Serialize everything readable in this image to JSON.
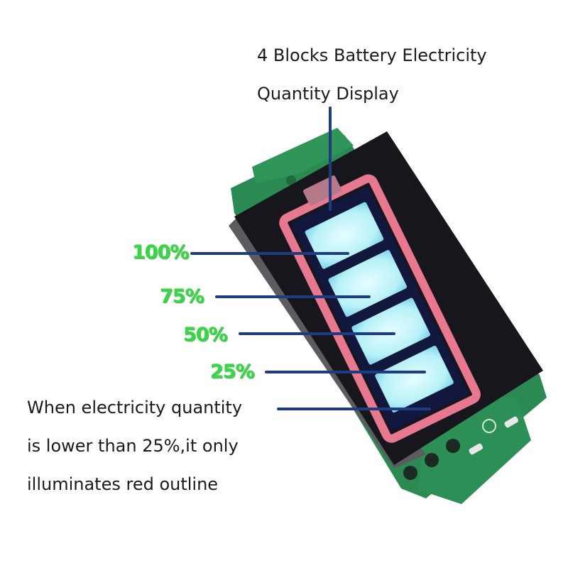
{
  "title": {
    "line1": "4 Blocks Battery Electricity",
    "line2": "Quantity Display"
  },
  "levels": [
    "100%",
    "75%",
    "50%",
    "25%"
  ],
  "note": {
    "line1": "When electricity quantity",
    "line2": "is lower than 25%,it only",
    "line3": "illuminates red outline"
  },
  "colors": {
    "pcb": "#2a8a52",
    "display": "#16161c",
    "outline": "#e8788f",
    "block": "#bff3fa",
    "leader": "#1e3c82",
    "level_text": "#3cd24a"
  }
}
